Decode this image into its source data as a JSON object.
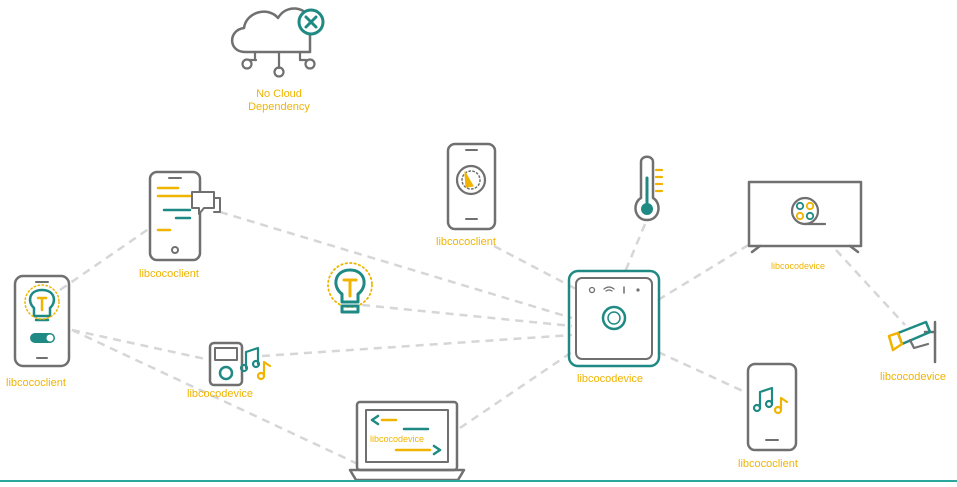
{
  "cloud": {
    "line1": "No Cloud",
    "line2": "Dependency",
    "icon": "cloud-off-icon"
  },
  "nodes": {
    "phone_bulb": {
      "label": "libcococlient",
      "icon": "phone-bulb-toggle-icon"
    },
    "phone_chat": {
      "label": "libcococlient",
      "icon": "phone-chat-icon"
    },
    "phone_gauge": {
      "label": "libcococlient",
      "icon": "phone-gauge-icon"
    },
    "ipod": {
      "label": "libcocodevice",
      "icon": "music-player-icon"
    },
    "laptop": {
      "label": "libcocodevice",
      "icon": "laptop-code-icon"
    },
    "hub": {
      "label": "libcocodevice",
      "icon": "hub-icon"
    },
    "tv": {
      "label": "libcocodevice",
      "icon": "tv-film-icon"
    },
    "camera": {
      "label": "libcocodevice",
      "icon": "security-camera-icon"
    },
    "phone_music": {
      "label": "libcococlient",
      "icon": "phone-music-icon"
    },
    "bulb": {
      "icon": "lightbulb-icon"
    },
    "thermometer": {
      "icon": "thermometer-icon"
    }
  },
  "colors": {
    "teal": "#1f8a84",
    "gold": "#f0b400",
    "gray": "#707070",
    "dash": "#d5d5d5"
  }
}
